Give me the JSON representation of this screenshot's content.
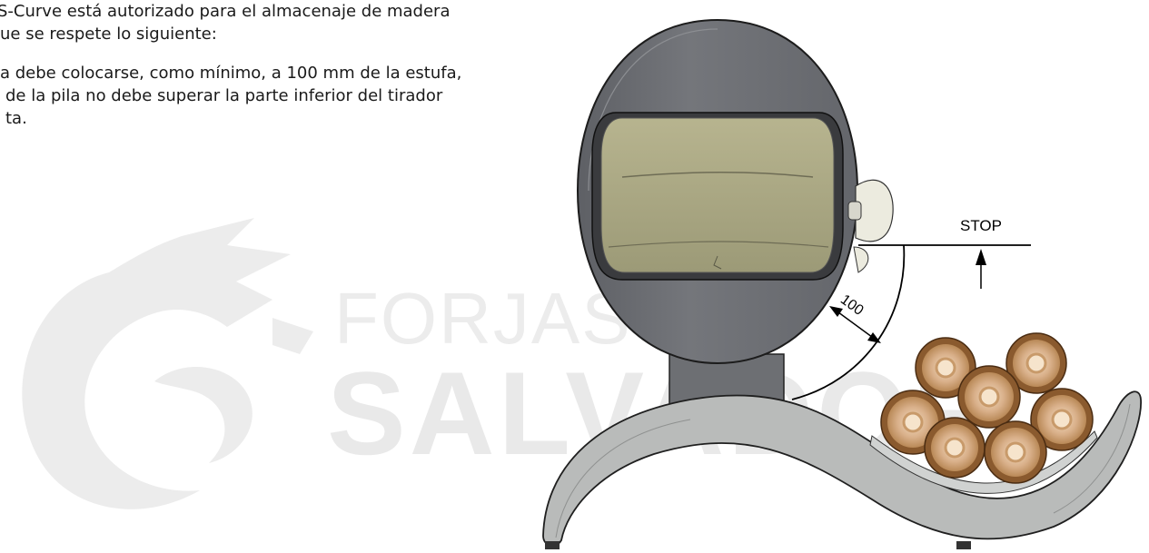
{
  "instructions": {
    "para1_line1": "S-Curve está autorizado para el almacenaje de madera",
    "para1_line2": "ue se respete lo siguiente:",
    "para2_line1": "a debe colocarse, como mínimo, a 100 mm de la estufa,",
    "para2_line2": "de la pila no debe superar la parte inferior del tirador",
    "para2_line3": "ta."
  },
  "watermark": {
    "line1": "FORJAS",
    "line2": "SALVADOR"
  },
  "diagram": {
    "stop_label": "STOP",
    "distance_label": "100"
  },
  "colors": {
    "stove_body": "#6f7176",
    "glass": "#a9a682",
    "base": "#b8bab9",
    "log_bark": "#8a5a2e",
    "log_wood": "#d9b48c",
    "watermark": "#ececec"
  }
}
